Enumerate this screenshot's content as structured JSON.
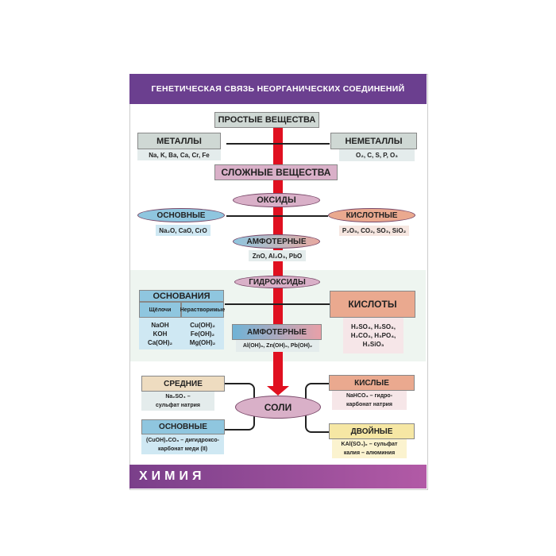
{
  "title": "ГЕНЕТИЧЕСКАЯ СВЯЗЬ НЕОРГАНИЧЕСКИХ СОЕДИНЕНИЙ",
  "simple": {
    "label": "ПРОСТЫЕ ВЕЩЕСТВА",
    "metals": "МЕТАЛЛЫ",
    "metals_ex": "Na, K, Ba, Ca, Cr, Fe",
    "nonmetals": "НЕМЕТАЛЛЫ",
    "nonmetals_ex": "O₂, C, S, P, O₃"
  },
  "complex": "СЛОЖНЫЕ ВЕЩЕСТВА",
  "oxides": {
    "label": "ОКСИДЫ",
    "basic": "ОСНОВНЫЕ",
    "basic_ex": "Na₂O, CaO, CrO",
    "acidic": "КИСЛОТНЫЕ",
    "acidic_ex": "P₂O₅, CO₂, SO₃, SiO₂",
    "amph": "АМФОТЕРНЫЕ",
    "amph_ex": "ZnO, Al₂O₃, PbO"
  },
  "hydroxides": {
    "label": "ГИДРОКСИДЫ",
    "bases": "ОСНОВАНИЯ",
    "alkali": "Щёлочи",
    "insoluble": "Нерастворимые",
    "alkali_ex": "NaOH\nKOH\nCa(OH)₂",
    "insoluble_ex": "Cu(OH)₂\nFe(OH)₂\nMg(OH)₂",
    "acids": "КИСЛОТЫ",
    "acids_ex": "H₂SO₄, H₂SO₃,\nH₂CO₃, H₃PO₄,\nH₂SiO₃",
    "amph": "АМФОТЕРНЫЕ",
    "amph_ex": "Al(OH)₃, Zn(OH)₂, Pb(OH)₂"
  },
  "salts": {
    "label": "СОЛИ",
    "normal": "СРЕДНИЕ",
    "normal_ex": "Na₂SO₄ –\nсульфат натрия",
    "basic": "ОСНОВНЫЕ",
    "basic_ex": "(CuOH)₂CO₃ – дигидроксо-\nкарбонат меди (II)",
    "acid": "КИСЛЫЕ",
    "acid_ex": "NaHCO₃ – гидро-\nкарбонат натрия",
    "double": "ДВОЙНЫЕ",
    "double_ex": "KAl(SO₄)₂ – сульфат\nкалия – алюминия"
  },
  "footer": "ХИМИЯ",
  "colors": {
    "header": "#6b3f8f",
    "arrow": "#e01020"
  }
}
